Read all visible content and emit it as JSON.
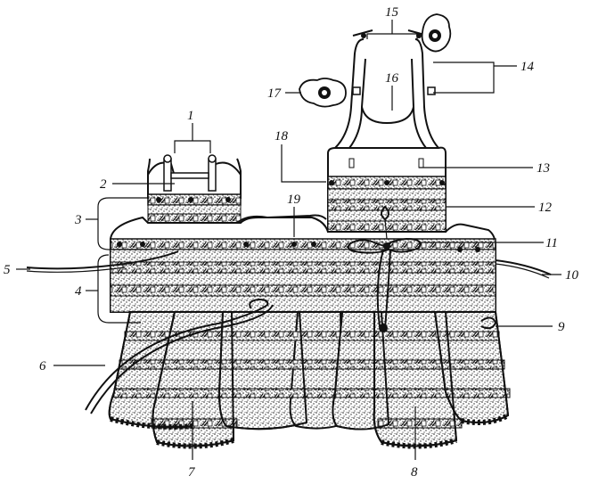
{
  "diagram": {
    "labels": [
      {
        "id": "l1",
        "text": "1"
      },
      {
        "id": "l2",
        "text": "2"
      },
      {
        "id": "l3",
        "text": "3"
      },
      {
        "id": "l4",
        "text": "4"
      },
      {
        "id": "l5",
        "text": "5"
      },
      {
        "id": "l6",
        "text": "6"
      },
      {
        "id": "l7",
        "text": "7"
      },
      {
        "id": "l8",
        "text": "8"
      },
      {
        "id": "l9",
        "text": "9"
      },
      {
        "id": "l10",
        "text": "10"
      },
      {
        "id": "l11",
        "text": "11"
      },
      {
        "id": "l12",
        "text": "12"
      },
      {
        "id": "l13",
        "text": "13"
      },
      {
        "id": "l14",
        "text": "14"
      },
      {
        "id": "l15",
        "text": "15"
      },
      {
        "id": "l16",
        "text": "16"
      },
      {
        "id": "l17",
        "text": "17"
      },
      {
        "id": "l18",
        "text": "18"
      },
      {
        "id": "l19",
        "text": "19"
      }
    ]
  }
}
